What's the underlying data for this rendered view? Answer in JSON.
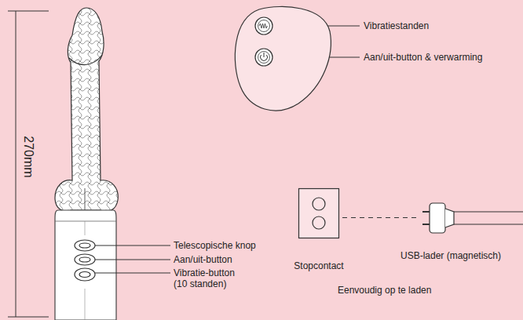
{
  "diagram": {
    "nodes": [
      {
        "text": [
          "Stopcontact"
        ]
      },
      {
        "text": [
          "USB-lader (magnetisch)"
        ]
      }
    ],
    "edges": [
      {
        "from": 0,
        "to": 1,
        "arrow": "none"
      }
    ],
    "labels": [
      "270mm",
      "Vibratiestanden",
      "Aan/uit-button & verwarming",
      "Telescopische knop",
      "Aan/uit-button",
      "Vibratie-button (10 standen)",
      "Eenvoudig op te laden"
    ]
  }
}
